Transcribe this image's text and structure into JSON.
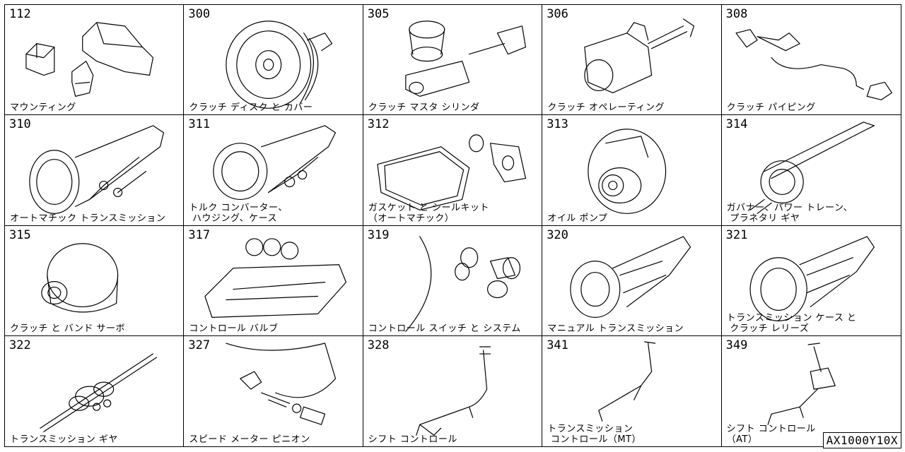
{
  "cells": [
    {
      "code": "112",
      "label": "マウンティング",
      "icon": "mounting-icon"
    },
    {
      "code": "300",
      "label": "クラッチ ディスク と カバー",
      "icon": "clutch-disc-icon"
    },
    {
      "code": "305",
      "label": "クラッチ マスタ シリンダ",
      "icon": "master-cylinder-icon"
    },
    {
      "code": "306",
      "label": "クラッチ オペレーティング",
      "icon": "operating-cylinder-icon"
    },
    {
      "code": "308",
      "label": "クラッチ パイピング",
      "icon": "piping-icon"
    },
    {
      "code": "310",
      "label": "オートマチック トランスミッション",
      "icon": "auto-transmission-icon"
    },
    {
      "code": "311",
      "label": "トルク コンバーター、\n ハウジング、ケース",
      "icon": "torque-converter-icon"
    },
    {
      "code": "312",
      "label": "ガスケット と シールキット\n（オートマチック）",
      "icon": "gasket-icon"
    },
    {
      "code": "313",
      "label": "オイル ポンプ",
      "icon": "oil-pump-icon"
    },
    {
      "code": "314",
      "label": "ガバナー、パワー トレーン、\n プラネタリ ギヤ",
      "icon": "governor-icon"
    },
    {
      "code": "315",
      "label": "クラッチ と バンド サーボ",
      "icon": "band-servo-icon"
    },
    {
      "code": "317",
      "label": "コントロール バルブ",
      "icon": "control-valve-icon"
    },
    {
      "code": "319",
      "label": "コントロール スイッチ と システム",
      "icon": "control-switch-icon"
    },
    {
      "code": "320",
      "label": "マニュアル トランスミッション",
      "icon": "manual-transmission-icon"
    },
    {
      "code": "321",
      "label": "トランスミッション ケース と\n クラッチ レリーズ",
      "icon": "transmission-case-icon"
    },
    {
      "code": "322",
      "label": "トランスミッション ギヤ",
      "icon": "transmission-gear-icon"
    },
    {
      "code": "327",
      "label": "スピード メーター ピニオン",
      "icon": "speedometer-pinion-icon"
    },
    {
      "code": "328",
      "label": "シフト コントロール",
      "icon": "shift-control-icon"
    },
    {
      "code": "341",
      "label": "トランスミッション\n コントロール（MT）",
      "icon": "mt-control-icon"
    },
    {
      "code": "349",
      "label": "シフト コントロール\n（AT）",
      "icon": "at-shift-control-icon"
    }
  ],
  "page_code": "AX1000Y10X"
}
